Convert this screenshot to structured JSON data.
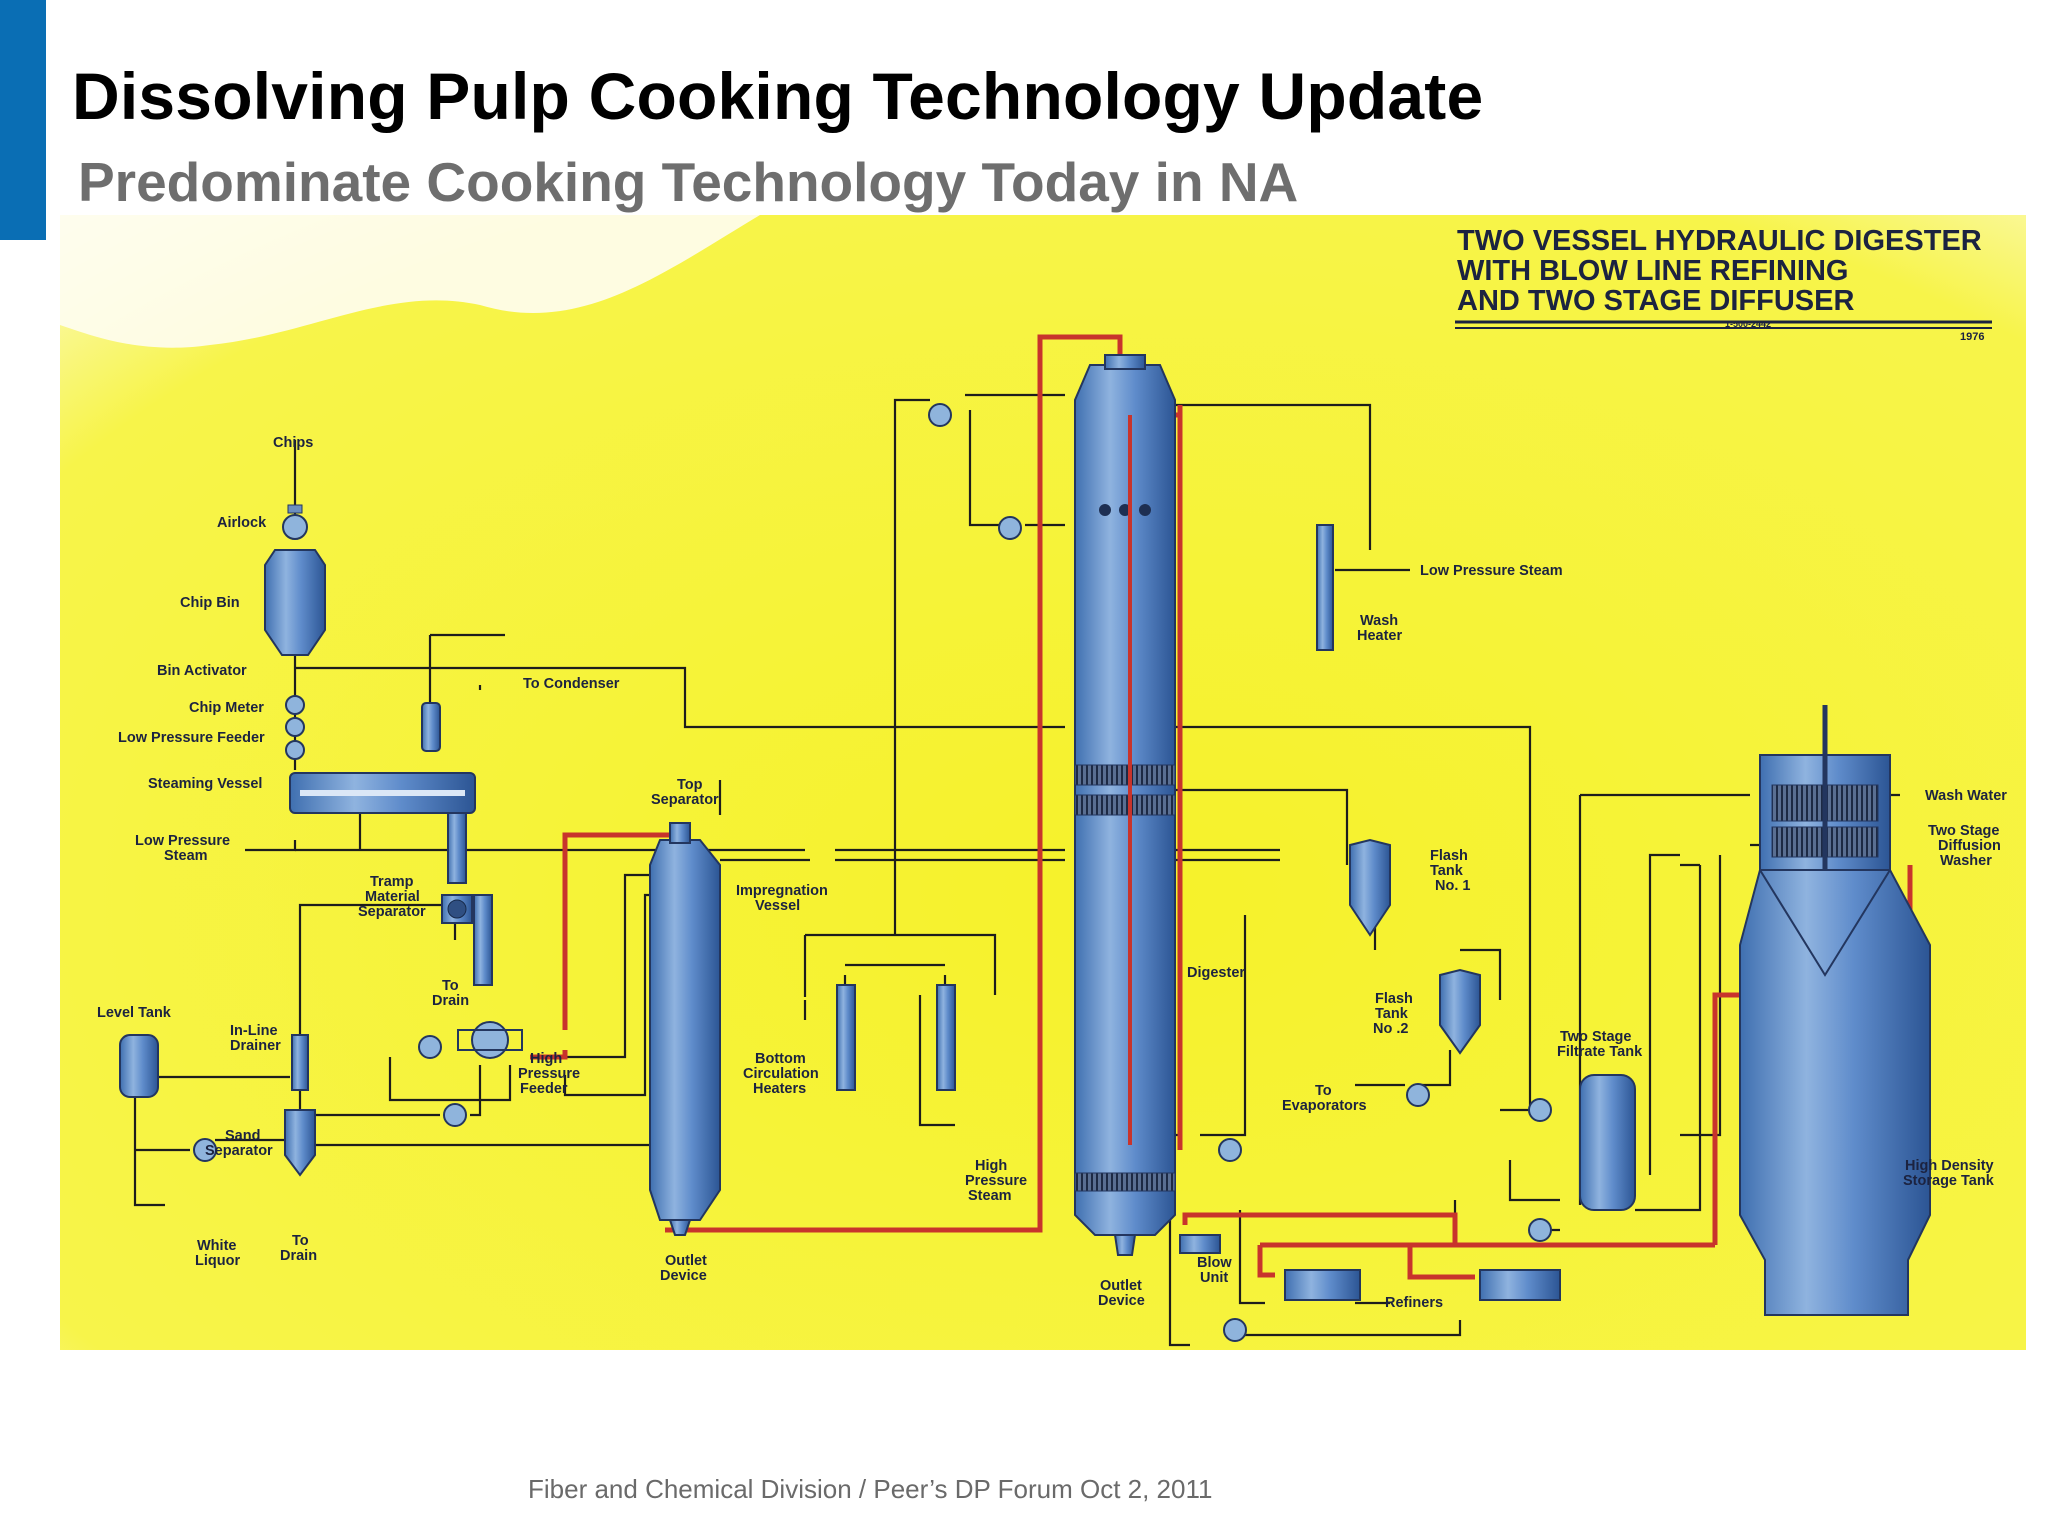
{
  "slide": {
    "title": "Dissolving Pulp Cooking Technology Update",
    "subtitle": "Predominate Cooking Technology Today in NA",
    "footer": "Fiber and Chemical Division / Peer’s DP Forum Oct 2, 2011",
    "accent_color": "#0a6eb4",
    "diagram_background": "#f7f330"
  },
  "diagram": {
    "heading_lines": [
      "TWO VESSEL HYDRAULIC DIGESTER",
      "WITH BLOW LINE REFINING",
      "AND TWO STAGE DIFFUSER"
    ],
    "drawing_number": "1-500-2442",
    "year": "1976",
    "labels": {
      "chips": "Chips",
      "airlock": "Airlock",
      "chip_bin": "Chip Bin",
      "bin_activator": "Bin Activator",
      "chip_meter": "Chip Meter",
      "low_pressure_feeder": "Low Pressure Feeder",
      "steaming_vessel": "Steaming Vessel",
      "low_pressure_steam_left": [
        "Low Pressure",
        "Steam"
      ],
      "tramp_material_separator": [
        "Tramp",
        "Material",
        "Separator"
      ],
      "to_condenser": "To Condenser",
      "top_separator": [
        "Top",
        "Separator"
      ],
      "impregnation_vessel": [
        "Impregnation",
        "Vessel"
      ],
      "to_drain_mid": [
        "To",
        "Drain"
      ],
      "level_tank": "Level Tank",
      "in_line_drainer": [
        "In-Line",
        "Drainer"
      ],
      "high_pressure_feeder": [
        "High",
        "Pressure",
        "Feeder"
      ],
      "bottom_circulation_heaters": [
        "Bottom",
        "Circulation",
        "Heaters"
      ],
      "sand_separator": [
        "Sand",
        "Separator"
      ],
      "high_pressure_steam": [
        "High",
        "Pressure",
        "Steam"
      ],
      "white_liquor": [
        "White",
        "Liquor"
      ],
      "to_drain_bottom": [
        "To",
        "Drain"
      ],
      "outlet_device_left": [
        "Outlet",
        "Device"
      ],
      "digester": "Digester",
      "outlet_device_right": [
        "Outlet",
        "Device"
      ],
      "blow_unit": [
        "Blow",
        "Unit"
      ],
      "refiners": "Refiners",
      "low_pressure_steam_right": "Low Pressure Steam",
      "wash_heater": [
        "Wash",
        "Heater"
      ],
      "flash_tank_1": [
        "Flash",
        "Tank",
        "No. 1"
      ],
      "flash_tank_2": [
        "Flash",
        "Tank",
        "No .2"
      ],
      "to_evaporators": [
        "To",
        "Evaporators"
      ],
      "two_stage_filtrate_tank": [
        "Two Stage",
        "Filtrate Tank"
      ],
      "wash_water": "Wash Water",
      "two_stage_diffusion_washer": [
        "Two Stage",
        "Diffusion",
        "Washer"
      ],
      "high_density_storage_tank": [
        "High Density",
        "Storage Tank"
      ]
    }
  }
}
